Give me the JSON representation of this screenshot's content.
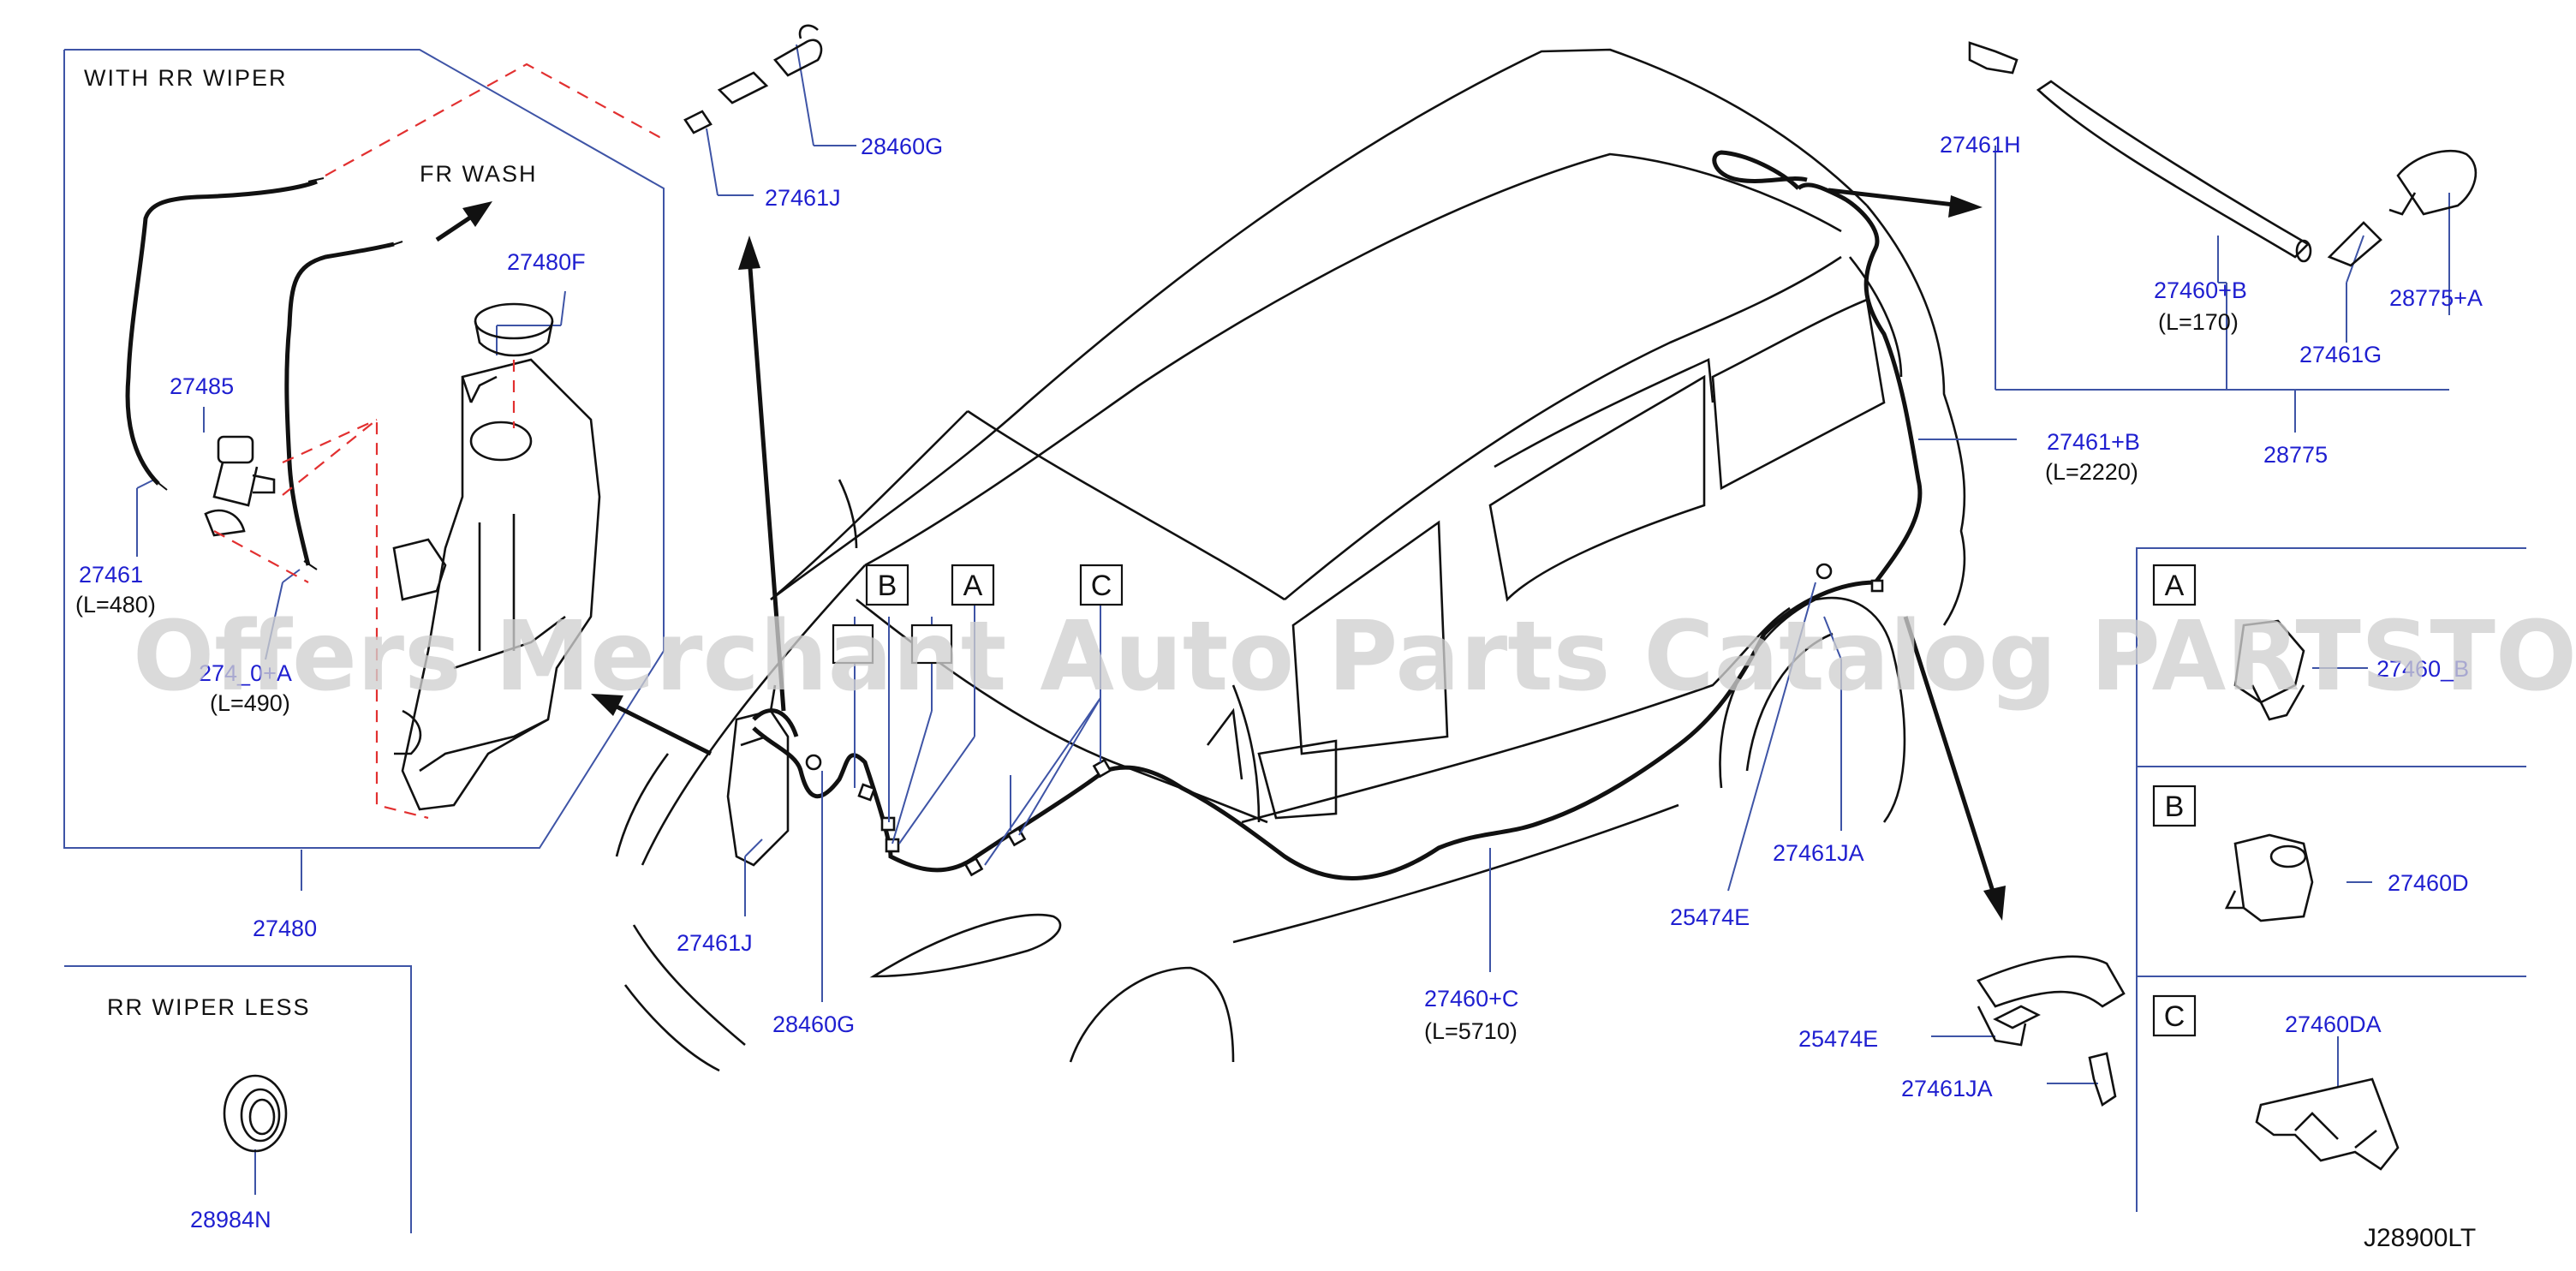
{
  "diagram_code": "J28900LT",
  "watermark": "Offers Merchant Auto Parts Catalog PARTSTORE.SA",
  "groups": {
    "with_rr_wiper": "WITH   RR   WIPER",
    "rr_wiper_less": "RR   WIPER   LESS",
    "fr_wash": "FR   WASH"
  },
  "callouts": {
    "p28460g_top": "28460G",
    "p27461j_top": "27461J",
    "p27480f": "27480F",
    "p27485": "27485",
    "p27461": "27461",
    "p27461_len": "(L=480)",
    "p274_0_a": "274_0+A",
    "p274_0_a_len": "(L=490)",
    "p27480": "27480",
    "p28984n": "28984N",
    "p27461j_bot": "27461J",
    "p28460g_bot": "28460G",
    "p27460c": "27460+C",
    "p27460c_len": "(L=5710)",
    "p25474e_mid": "25474E",
    "p27461ja_mid": "27461JA",
    "p27461b": "27461+B",
    "p27461b_len": "(L=2220)",
    "p27461h": "27461H",
    "p27460b": "27460+B",
    "p27460b_len": "(L=170)",
    "p27461g": "27461G",
    "p28775a": "28775+A",
    "p28775": "28775",
    "p25474e_det": "25474E",
    "p27461ja_det": "27461JA",
    "p27460_b": "27460_B",
    "p27460d": "27460D",
    "p27460da": "27460DA"
  },
  "clip_labels": {
    "a": "A",
    "b": "B",
    "c": "C"
  }
}
